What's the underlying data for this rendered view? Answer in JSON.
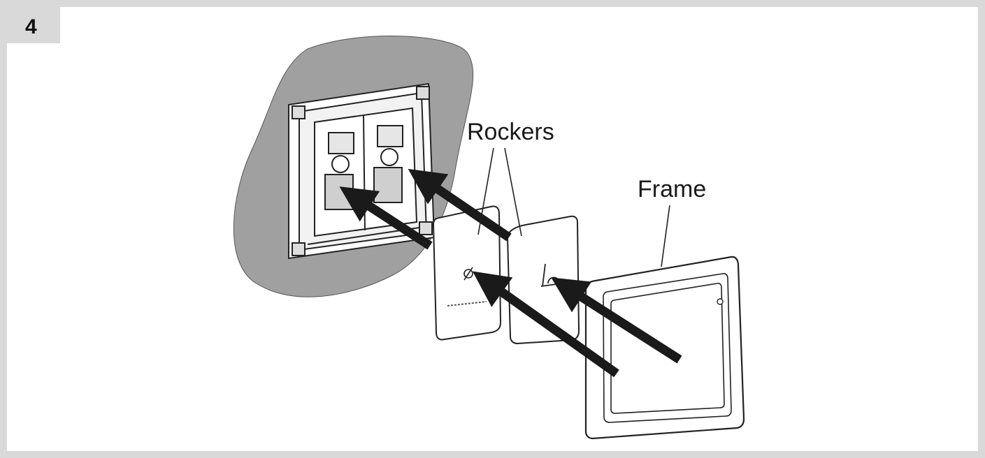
{
  "step": {
    "number": "4"
  },
  "labels": {
    "rockers": "Rockers",
    "frame": "Frame"
  },
  "colors": {
    "border": "#d9d9d9",
    "wall": "#a0a0a0",
    "line": "#222222",
    "arrow": "#1a1a1a",
    "background": "#ffffff"
  },
  "icons": {
    "rocker_left_symbol": "crossed-circle-icon",
    "rocker_right_symbol": "bell-icon"
  }
}
